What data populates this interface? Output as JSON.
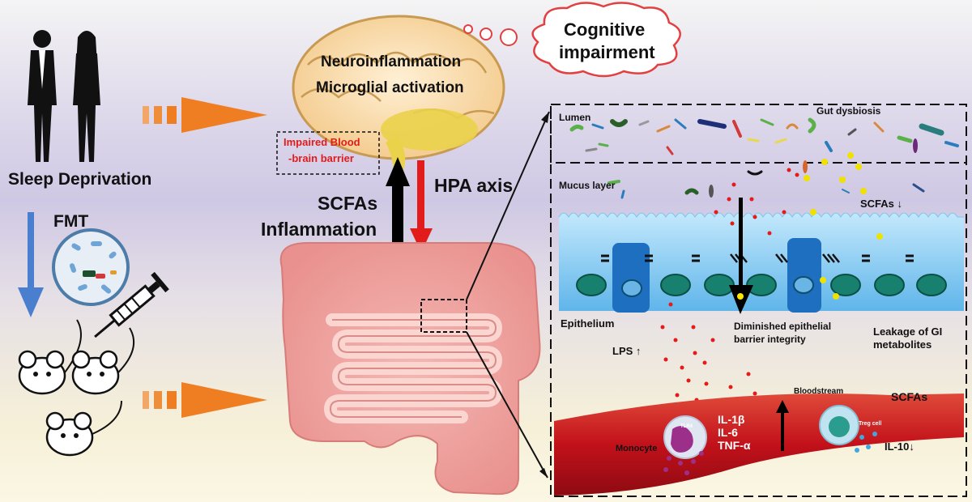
{
  "left": {
    "sleep_deprivation": "Sleep Deprivation",
    "fmt": "FMT"
  },
  "brain": {
    "neuroinflammation": "Neuroinflammation",
    "microglial_activation": "Microglial  activation",
    "impaired_bbb_line1": "Impaired Blood",
    "impaired_bbb_line2": "-brain barrier",
    "cognitive_line1": "Cognitive",
    "cognitive_line2": "impairment"
  },
  "axis": {
    "scfas": "SCFAs",
    "inflammation": "Inflammation",
    "hpa_axis": "HPA axis"
  },
  "gut_panel": {
    "lumen": "Lumen",
    "gut_dysbiosis": "Gut dysbiosis",
    "mucus_layer": "Mucus layer",
    "scfas_down": "SCFAs",
    "epithelium": "Epithelium",
    "diminished_line1": "Diminished epithelial",
    "diminished_line2": "barrier integrity",
    "leakage_line1": "Leakage of GI",
    "leakage_line2": "metabolites",
    "lps": "LPS",
    "bloodstream": "Bloodstream",
    "scfas_blood": "SCFAs",
    "tlr4": "TLR4",
    "cytokine_il1b": "IL-1β",
    "cytokine_il6": "IL-6",
    "cytokine_tnfa": "TNF-α",
    "monocyte": "Monocyte",
    "treg_cell": "Treg cell",
    "il10": "IL-10"
  },
  "colors": {
    "orange_arrow": "#ef7d22",
    "blue_arrow": "#4a7fd0",
    "red_arrow": "#e21b1b",
    "black_arrow": "#000000",
    "red_text": "#e21b1b",
    "epithelium_blue": "#7cc6ef",
    "blood_red": "#c4121a"
  }
}
